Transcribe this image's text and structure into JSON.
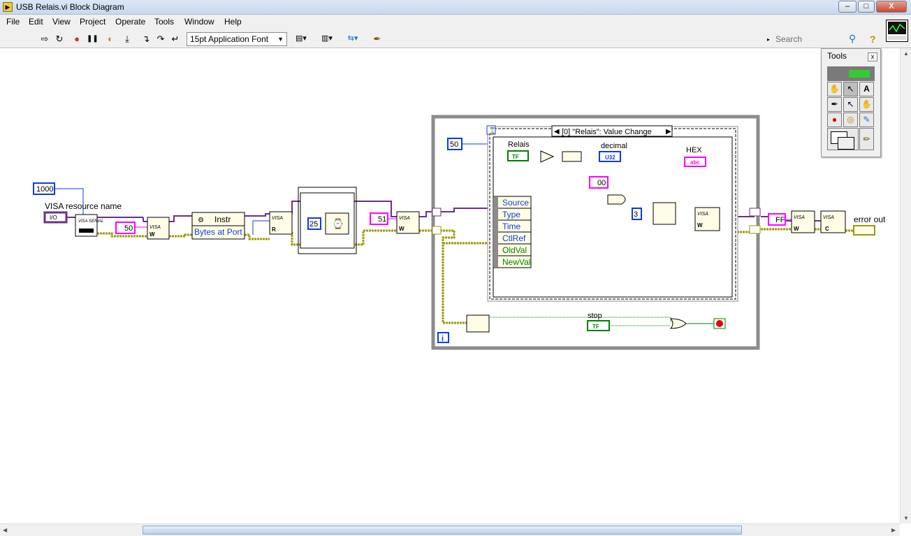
{
  "window": {
    "title": "USB Relais.vi Block Diagram",
    "min": "–",
    "max": "□",
    "close": "X"
  },
  "menu": [
    "File",
    "Edit",
    "View",
    "Project",
    "Operate",
    "Tools",
    "Window",
    "Help"
  ],
  "toolbar": {
    "font": "15pt Application Font",
    "search_placeholder": "Search",
    "help": "?",
    "run": "⇨",
    "run_cont": "↻",
    "abort": "●",
    "pause": "❚❚",
    "highlight": "◐",
    "retain": "⤓",
    "step_into": "↴",
    "step_over": "↷",
    "step_out": "↵",
    "align": "▤▾",
    "distribute": "▥▾",
    "reorder": "⇆▾",
    "cleanup": "✒"
  },
  "tools_palette": {
    "title": "Tools",
    "close": "x",
    "tools": [
      "auto-tool",
      "operate-tool",
      "position-tool",
      "label-tool",
      "wire-tool",
      "shortcut-menu-tool",
      "scroll-tool",
      "breakpoint-tool",
      "probe-tool",
      "color-copy-tool",
      "color-tool"
    ]
  },
  "diagram": {
    "const_1000": "1000",
    "visa_label": "VISA resource name",
    "visa_ctrl": "I/O",
    "visa_serial": "VISA SERIAL",
    "const_50a": "50",
    "property_class": "Instr",
    "property_item": "Bytes at Port",
    "const_25": "25",
    "const_51": "51",
    "const_50b": "50",
    "event_case": "[0] \"Relais\": Value Change",
    "relais_label": "Relais",
    "relais_ctrl": "TF",
    "decimal_label": "decimal",
    "decimal_ind": "U32",
    "const_00": "00",
    "const_3": "3",
    "hex_label": "HEX",
    "hex_ind": "abc",
    "event_fields": [
      "Source",
      "Type",
      "Time",
      "CtlRef",
      "OldVal",
      "NewVal"
    ],
    "stop_label": "stop",
    "stop_ctrl": "TF",
    "iter": "i",
    "const_ff": "FF",
    "error_out_label": "error out",
    "visa_write": "VISA",
    "visa_close": "VISA"
  },
  "colors": {
    "u32": "#0a3ce6",
    "string": "#ff00ff",
    "bool": "#007f00",
    "error": "#9c9800",
    "visa": "#6d2d8e"
  }
}
